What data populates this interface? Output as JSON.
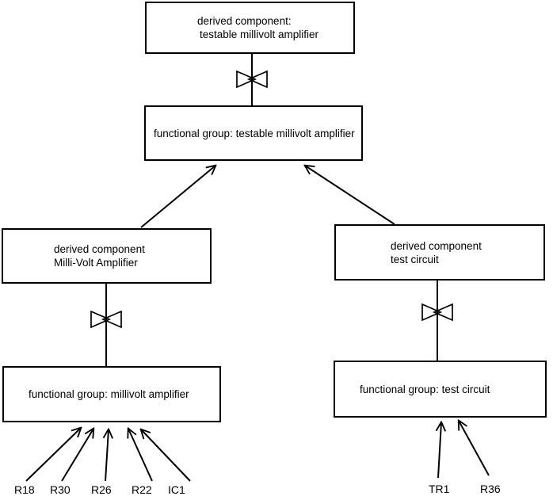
{
  "diagram": {
    "title": "component hierarchy diagram",
    "colors": {
      "background": "#ffffff",
      "line": "#000000",
      "box_border": "#000000",
      "text": "#000000"
    },
    "nodes": {
      "derived_testable": {
        "line1": "derived component:",
        "line2": "testable millivolt amplifier"
      },
      "functional_testable": {
        "label": "functional group: testable millivolt amplifier"
      },
      "derived_millivolt": {
        "line1": "derived component",
        "line2": "Milli-Volt Amplifier"
      },
      "derived_test": {
        "line1": "derived component",
        "line2": "test circuit"
      },
      "functional_millivolt": {
        "label": "functional group: millivolt amplifier"
      },
      "functional_test": {
        "label": "functional group: test circuit"
      }
    },
    "components": {
      "left": [
        "R18",
        "R30",
        "R26",
        "R22",
        "IC1"
      ],
      "right": [
        "TR1",
        "R36"
      ]
    }
  }
}
